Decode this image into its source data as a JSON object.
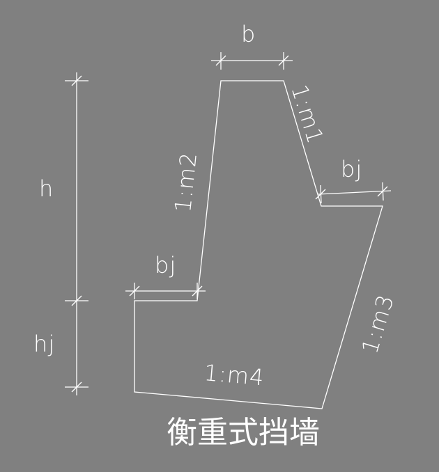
{
  "labels": {
    "top_width": "b",
    "right_upper_slope": "1:m1",
    "right_step_width": "bj",
    "left_slope": "1:m2",
    "height": "h",
    "left_step_width": "bj",
    "footing_height": "hj",
    "right_lower_slope": "1:m3",
    "base_slope": "1:m4"
  },
  "caption": "衡重式挡墙",
  "colors": {
    "background": "#808080",
    "line": "#ffffff"
  }
}
